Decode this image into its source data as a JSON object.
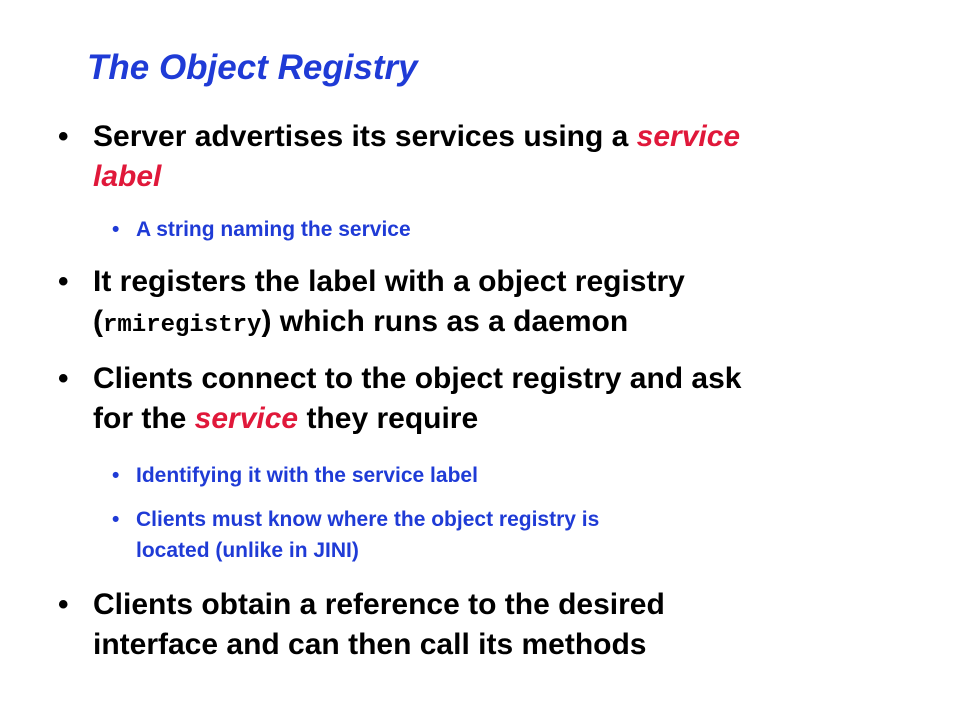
{
  "slide": {
    "title": "The Object Registry",
    "bullet_char": "•",
    "b1": {
      "text1": "Server advertises its services using a ",
      "em": "service",
      "line2_em": "label"
    },
    "b1_sub1": "A string naming the service",
    "b2": {
      "line1": "It registers the label with a object registry",
      "paren_open": "(",
      "code": "rmiregistry",
      "line2_rest": ") which runs as a daemon"
    },
    "b3": {
      "line1": "Clients connect to the object registry and ask",
      "line2_pre": "for the ",
      "em": "service",
      "line2_post": " they require"
    },
    "b3_sub1": "Identifying it with the service label",
    "b3_sub2": {
      "line1": "Clients must know where the object registry is",
      "line2": "located (unlike in JINI)"
    },
    "b4": {
      "line1": "Clients obtain a reference to the desired",
      "line2": "interface and can then call its methods"
    },
    "colors": {
      "title": "#1f3bd6",
      "sub_bullets": "#1f3bd6",
      "emphasis": "#e0183a",
      "body": "#000000"
    }
  }
}
